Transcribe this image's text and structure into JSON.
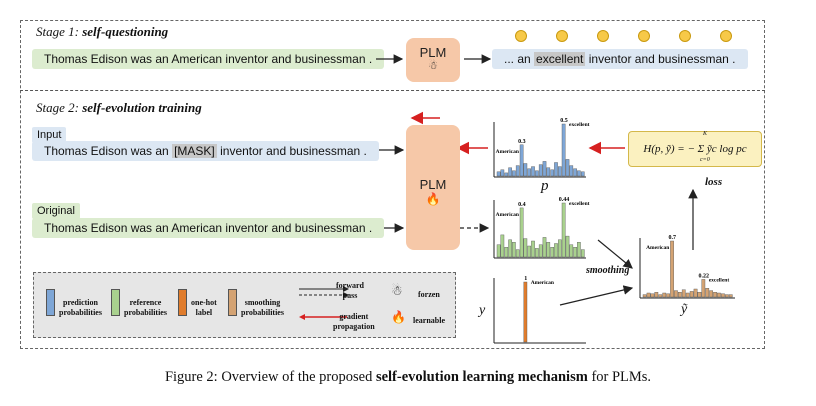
{
  "stage1": {
    "prefix": "Stage 1:",
    "title": "self-questioning"
  },
  "stage2": {
    "prefix": "Stage 2:",
    "title": "self-evolution training"
  },
  "sentences": {
    "s1_input": "Thomas Edison was an American inventor and businessman .",
    "s1_output_pre": "... an",
    "s1_output_highlight": "excellent",
    "s1_output_post": "inventor and businessman .",
    "input_pre": "Thomas Edison was an",
    "input_mask": "[MASK]",
    "input_post": "inventor and businessman .",
    "original": "Thomas Edison was an American inventor and businessman ."
  },
  "tags": {
    "input": "Input",
    "original": "Original"
  },
  "plm": {
    "label": "PLM",
    "frozen_icon": "snowman-icon",
    "learnable_icon": "fire-icon"
  },
  "emoji_count": 6,
  "chart_data": [
    {
      "type": "bar",
      "name": "prediction",
      "color": "#7ea6d6",
      "xlabel": "p",
      "values": [
        0.04,
        0.06,
        0.03,
        0.08,
        0.05,
        0.1,
        0.3,
        0.12,
        0.07,
        0.09,
        0.05,
        0.11,
        0.14,
        0.08,
        0.06,
        0.13,
        0.09,
        0.5,
        0.16,
        0.1,
        0.07,
        0.05,
        0.04
      ],
      "annotations": [
        {
          "index": 6,
          "text": "0.3",
          "label": "American"
        },
        {
          "index": 17,
          "text": "0.5",
          "label": "excellent"
        }
      ]
    },
    {
      "type": "bar",
      "name": "reference",
      "color": "#a9d18e",
      "values": [
        0.1,
        0.18,
        0.08,
        0.14,
        0.12,
        0.06,
        0.4,
        0.15,
        0.09,
        0.13,
        0.07,
        0.1,
        0.16,
        0.12,
        0.08,
        0.11,
        0.14,
        0.44,
        0.17,
        0.1,
        0.08,
        0.12,
        0.06
      ],
      "annotations": [
        {
          "index": 6,
          "text": "0.4",
          "label": "American"
        },
        {
          "index": 17,
          "text": "0.44",
          "label": "excellent"
        }
      ]
    },
    {
      "type": "bar",
      "name": "one-hot",
      "color": "#e07c2c",
      "ylabel": "y",
      "values": [
        0,
        0,
        0,
        0,
        0,
        0,
        0,
        1,
        0,
        0,
        0,
        0,
        0,
        0,
        0,
        0,
        0,
        0,
        0,
        0,
        0,
        0,
        0
      ],
      "annotations": [
        {
          "index": 7,
          "text": "1",
          "label": "American"
        }
      ]
    },
    {
      "type": "bar",
      "name": "smoothing",
      "color": "#d4a373",
      "xlabel": "ỹ",
      "values": [
        0.03,
        0.05,
        0.04,
        0.06,
        0.03,
        0.05,
        0.04,
        0.7,
        0.08,
        0.06,
        0.09,
        0.05,
        0.07,
        0.1,
        0.06,
        0.22,
        0.11,
        0.08,
        0.06,
        0.05,
        0.04,
        0.03,
        0.03
      ],
      "annotations": [
        {
          "index": 7,
          "text": "0.7",
          "label": "American"
        },
        {
          "index": 15,
          "text": "0.22",
          "label": "excellent"
        }
      ]
    }
  ],
  "labels": {
    "smoothing": "smoothing",
    "loss": "loss",
    "formula": "H(p, ỹ) = − Σ ỹc log pc",
    "formula_sum_top": "K",
    "formula_sum_bot": "c=0"
  },
  "legend": {
    "items": [
      {
        "label1": "prediction",
        "label2": "probabilities",
        "color": "#7ea6d6"
      },
      {
        "label1": "reference",
        "label2": "probabilities",
        "color": "#a9d18e"
      },
      {
        "label1": "one-hot",
        "label2": "label",
        "color": "#e07c2c"
      },
      {
        "label1": "smoothing",
        "label2": "probabilities",
        "color": "#d4a373"
      }
    ],
    "forward1": "forward",
    "forward2": "pass",
    "gradient1": "gradient",
    "gradient2": "propagation",
    "frozen": "forzen",
    "learnable": "learnable"
  },
  "caption": {
    "pre": "Figure 2: Overview of the proposed ",
    "bold": "self-evolution learning mechanism",
    "post": " for PLMs."
  }
}
